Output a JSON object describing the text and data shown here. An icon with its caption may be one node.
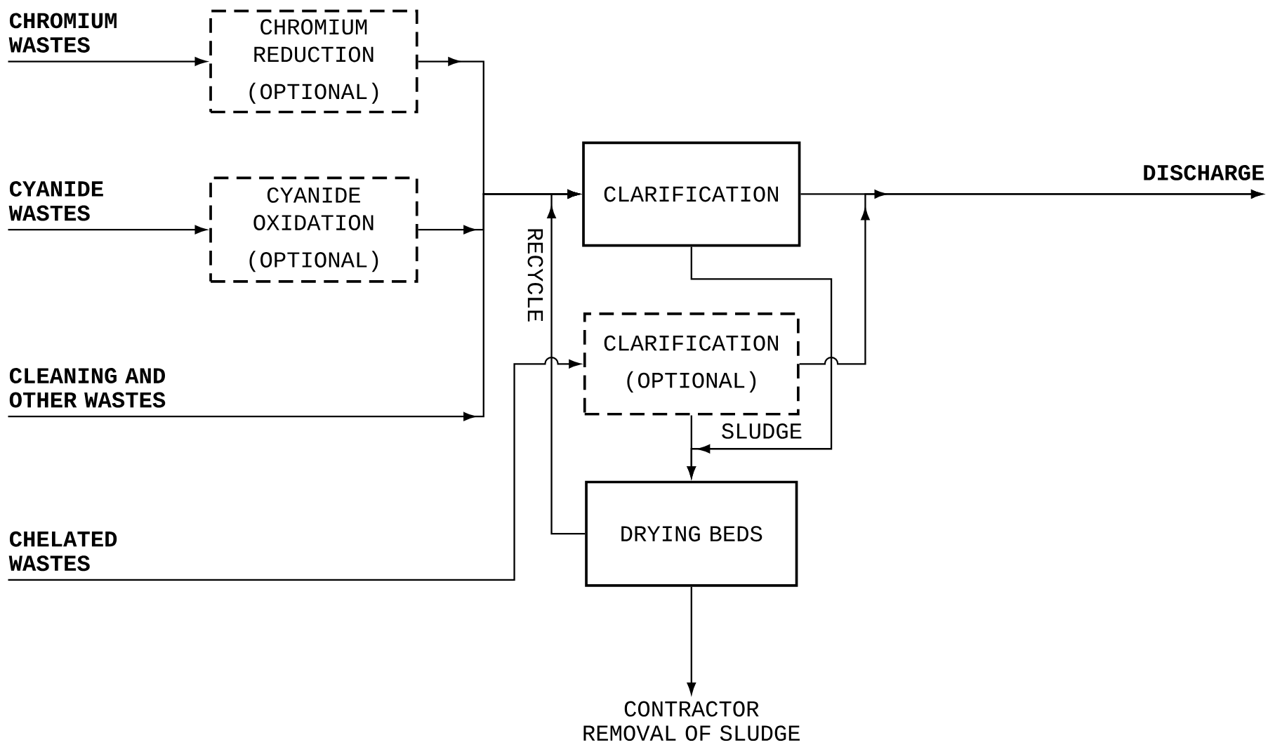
{
  "diagram": {
    "nodes": [
      {
        "text": [
          "CHROMIUM WASTES"
        ]
      },
      {
        "text": [
          "CYANIDE WASTES"
        ]
      },
      {
        "text": [
          "CLEANING AND OTHER WASTES"
        ]
      },
      {
        "text": [
          "CHELATED WASTES"
        ]
      },
      {
        "text": [
          "CHROMIUM REDUCTION",
          "(OPTIONAL)"
        ]
      },
      {
        "text": [
          "CYANIDE OXIDATION",
          "(OPTIONAL)"
        ]
      },
      {
        "text": [
          "CLARIFICATION"
        ]
      },
      {
        "text": [
          "CLARIFICATION",
          "(OPTIONAL)"
        ]
      },
      {
        "text": [
          "DRYING BEDS"
        ]
      },
      {
        "text": [
          "DISCHARGE"
        ]
      },
      {
        "text": [
          "CONTRACTOR REMOVAL OF SLUDGE"
        ]
      }
    ],
    "edges": [
      {
        "from": 0,
        "to": 4,
        "arrow": "to"
      },
      {
        "from": 1,
        "to": 5,
        "arrow": "to"
      },
      {
        "from": 4,
        "to": 6,
        "arrow": "to"
      },
      {
        "from": 5,
        "to": 6,
        "arrow": "to"
      },
      {
        "from": 2,
        "to": 6,
        "arrow": "to"
      },
      {
        "from": 3,
        "to": 7,
        "arrow": "to"
      },
      {
        "from": 8,
        "to": 6,
        "arrow": "to",
        "label": "RECYCLE"
      },
      {
        "from": 6,
        "to": 9,
        "arrow": "to"
      },
      {
        "from": 7,
        "to": 9,
        "arrow": "to"
      },
      {
        "from": 6,
        "to": 8,
        "arrow": "to",
        "label": "SLUDGE"
      },
      {
        "from": 7,
        "to": 8,
        "arrow": "to"
      },
      {
        "from": 8,
        "to": 10,
        "arrow": "to"
      }
    ]
  }
}
